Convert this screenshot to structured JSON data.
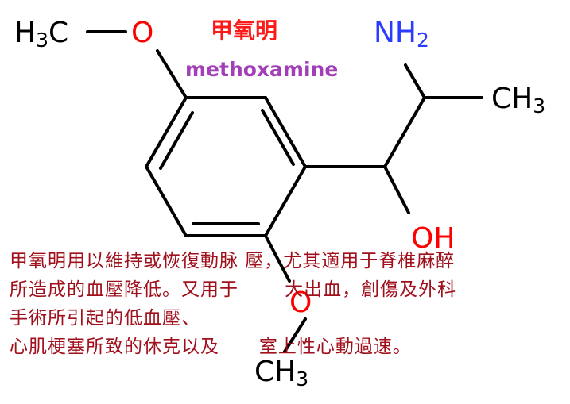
{
  "labels": {
    "name_cn": "甲氧明",
    "name_en": "methoxamine"
  },
  "atoms": {
    "methoxy_top_carbon": "H",
    "methoxy_top_carbon_sub": "3",
    "methoxy_top_carbon_tail": "C",
    "methoxy_top_oxygen": "O",
    "amine_n": "NH",
    "amine_sub": "2",
    "methyl_c": "CH",
    "methyl_sub": "3",
    "hydroxyl": "OH",
    "methoxy_bottom_oxygen": "O",
    "methoxy_bottom_carbon": "CH",
    "methoxy_bottom_carbon_sub": "3"
  },
  "description": {
    "line1": "甲氧明用以維持或恢復動脉 壓，尤其適用于脊椎麻醉",
    "line2": "所造成的血壓降低。又用于       大出血，創傷及外科",
    "line3": "手術所引起的低血壓、",
    "line4": "心肌梗塞所致的休克以及      室上性心動過速。"
  },
  "colors": {
    "oxygen": "#ff0000",
    "nitrogen": "#2b3bff",
    "description_text": "#a0101c",
    "english_name": "#a23fb8"
  }
}
